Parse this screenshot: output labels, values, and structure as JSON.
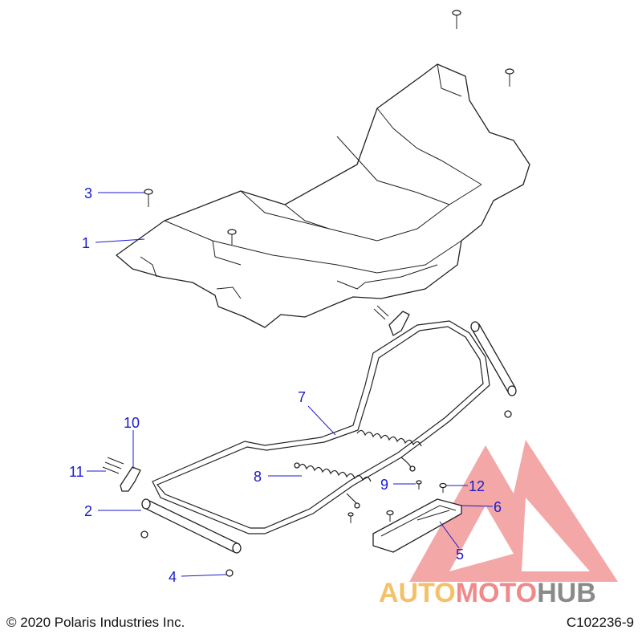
{
  "callouts": [
    {
      "id": "1",
      "label": "1"
    },
    {
      "id": "2",
      "label": "2"
    },
    {
      "id": "3",
      "label": "3"
    },
    {
      "id": "4",
      "label": "4"
    },
    {
      "id": "5",
      "label": "5"
    },
    {
      "id": "6",
      "label": "6"
    },
    {
      "id": "7",
      "label": "7"
    },
    {
      "id": "8",
      "label": "8"
    },
    {
      "id": "9",
      "label": "9"
    },
    {
      "id": "10",
      "label": "10"
    },
    {
      "id": "11",
      "label": "11"
    },
    {
      "id": "12",
      "label": "12"
    }
  ],
  "footer": {
    "copyright": "© 2020 Polaris Industries Inc.",
    "figure_id": "C102236-9"
  },
  "watermark": {
    "word_auto": "AUTO",
    "word_moto": "MOTO",
    "word_hub": "HUB",
    "color_triangle": "#f08a8a",
    "color_auto": "#f4c06a",
    "color_moto": "#f08a8a",
    "color_hub": "#8a8a8a"
  },
  "colors": {
    "callout": "#1a1ad0",
    "line_art": "#222222"
  }
}
